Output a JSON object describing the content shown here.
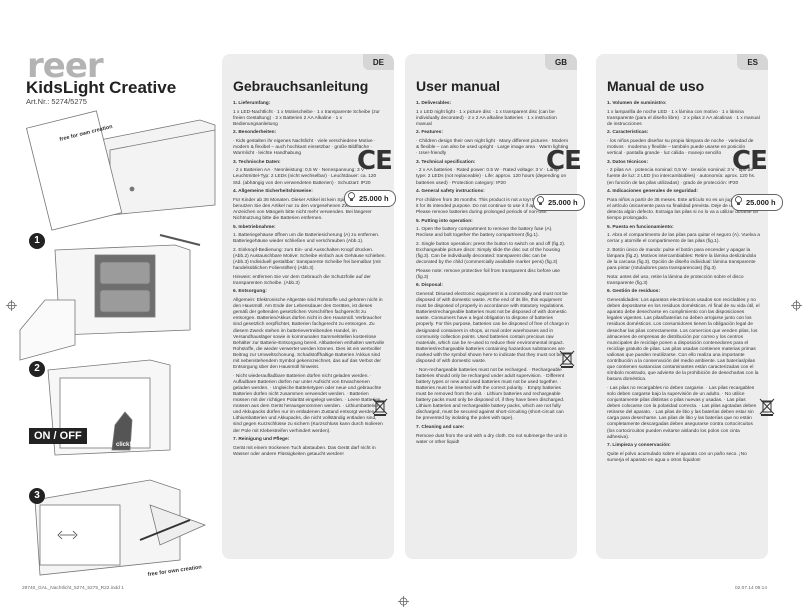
{
  "brand": {
    "logo": "reer",
    "product_title": "KidsLight Creative",
    "art_no": "Art.Nr.: 5274/5275"
  },
  "illustration": {
    "step_labels": [
      "1",
      "2",
      "3"
    ],
    "on_off": "ON / OFF",
    "click": "click!",
    "free_text": "free for own creation"
  },
  "badges": {
    "ce": "CE",
    "hours": "25.000 h"
  },
  "columns": [
    {
      "lang": "DE",
      "title": "Gebrauchsanleitung",
      "paragraphs": [
        {
          "h": true,
          "t": "1. Lieferumfang:"
        },
        {
          "t": "1 x LED-Nachtlicht · 1 x Motivscheibe · 1 x transparente Scheibe (zur freien Gestaltung) · 2 x Batterien 2 AA Alkaline · 1 x Bedienungsanleitung"
        },
        {
          "h": true,
          "t": "2. Besonderheiten:"
        },
        {
          "t": "· Kids gestalten ihr eigenes Nachtlicht · viele verschiedene Motive · modern & flexibel – auch hochkant einsetzbar · große Bildfläche · Warmlicht · leichte Handhabung"
        },
        {
          "h": true,
          "t": "3. Technische Daten:"
        },
        {
          "t": "· 2 x Batterien AA · Nennleistung: 0,5 W · Nennspannung: 3 V · Leuchtmittel-Typ: 2 LEDs (nicht wechselbar) · Leuchtdauer: ca. 120 Std. (abhängig von den verwendeten Batterien) · Schutzart: IP20"
        },
        {
          "h": true,
          "t": "4. Allgemeine Sicherheitshinweise:"
        },
        {
          "t": "Für Kinder ab 36 Monaten. Dieser Artikel ist kein Spielzeug! Bitte benutzen Sie den Artikel nur zu den vorgesehenen Zweck. Bei Anzeichen von Mängeln bitte nicht mehr verwenden. Bei längerer Nichtnutzung bitte die Batterien entfernen."
        },
        {
          "h": true,
          "t": "5. Inbetriebnahme:"
        },
        {
          "t": "1. Batteriegehäuse öffnen um die Batteriesicherung (A) zu entfernen. Batteriegehäuse wieder schließen und verschrauben (Abb.1)."
        },
        {
          "t": "2. Einknopf-Bedienung: zum Ein- und Ausschalten Knopf drücken. (Abb.2) Austauschbare Motive: Scheibe einfach aus Gehäuse schieben. (Abb.3) Individuell gestaltbar: transparente Scheibe frei bemalbar (mit handelsüblichen Folienstiften) (Abb.3)"
        },
        {
          "t": "Hinweis: entfernen Sie vor dem Gebrauch die Schutzfolie auf der transparenten Scheibe. (Abb.3)"
        },
        {
          "h": true,
          "t": "6. Entsorgung:"
        },
        {
          "t": "Allgemein: Elektronische Altgeräte sind Rohstoffe und gehören nicht in den Hausmüll. Am Ende der Lebensdauer des Gerätes, ist dieses gemäß der geltenden gesetzlichen Vorschriften fachgerecht zu entsorgen. Batterien/Akkus dürfen nicht in den Hausmüll. Verbraucher sind gesetzlich verpflichtet, Batterien fachgerecht zu entsorgen. Zu diesem Zweck stehen im batterievertreibenden Handel, im Versandhausläger sowie in kommunalen Sammelstellen kostenlose Behälter zur Batterie-Entsorgung bereit. Altbatterien enthalten wertvolle Rohstoffe, die wieder verwertet werden können. Dies ist ein wertvoller Beitrag zur Umweltschonung. Schadstoffhaltige Batterien /Akkus sind mit nebenstehendem Symbol gekennzeichnet, das auf das Verbot der Entsorgung über den Hausmüll hinweist."
        },
        {
          "t": "· Nicht wiederaufladbare Batterien dürfen nicht geladen werden. · Aufladbare Batterien dürfen nur unter Aufsicht von Erwachsenen geladen werden. · Ungleiche Batterietypen oder neue und gebrauchte Batterien dürfen nicht zusammen verwendet werden. · Batterien müssen mit der richtigen Polarität eingelegt werden. · Leere Batterien müssen aus dem Gerät herausgenommen werden. · Lithiumbatterien und Akkupacks dürfen nur im entladenen Zustand entsorgt werden. Lithiumbatterien und Akkupacks, die nicht vollständig entladen sind, sind gegen Kurzschlüsse zu sichern (Kurzschluss kann durch Isolieren der Pole mit Klebestreifen verhindert werden)."
        },
        {
          "h": true,
          "t": "7. Reinigung und Pflege:"
        },
        {
          "t": "Gerät mit einem trockenen Tuch abstauben. Das Gerät darf nicht in Wasser oder andere Flüssigkeiten getaucht werden!"
        }
      ]
    },
    {
      "lang": "GB",
      "title": "User manual",
      "paragraphs": [
        {
          "h": true,
          "t": "1. Deliverables:"
        },
        {
          "t": "1 x LED night light · 1 x picture disc · 1 x transparent disc (can be individually decorated) · 2 x 2 AA alkaline batteries · 1 x instruction manual"
        },
        {
          "h": true,
          "t": "2. Features:"
        },
        {
          "t": "· Children design their own night light · Many different pictures · Modern & flexible – can also be used upright · Large image area · Warm lighting · User-friendly"
        },
        {
          "h": true,
          "t": "3. Technical specification:"
        },
        {
          "t": "· 2 x AA batteries · Rated power: 0.5 W · Rated voltage: 3 V · Lamp type: 2 LEDs (not replaceable) · Life: approx. 120 hours (depending on batteries used) · Protection category: IP20"
        },
        {
          "h": true,
          "t": "4. General safety instructions:"
        },
        {
          "t": "For children from 36 months. This product is not a toy! Please only use it for its intended purpose. Do not continue to use it if appears defective. Please remove batteries during prolonged periods of non-use."
        },
        {
          "h": true,
          "t": "5. Putting into operation:"
        },
        {
          "t": "1. Open the battery compartment to remove the battery fuse (A). Reclose and bolt together the battery compartment (fig.1)."
        },
        {
          "t": "2. Single button operation: press the button to switch on and off (fig.2). Exchangeable picture discs: Simply slide the disc out of the housing (fig.3). Can be individually decorated: transparent disc can be decorated by the child (commercially available marker pens) (fig.3)"
        },
        {
          "t": "Please note: remove protective foil from transparent disc before use (fig.3)"
        },
        {
          "h": true,
          "t": "6. Disposal:"
        },
        {
          "t": "General: Disused electronic equipment is a commodity and must not be disposed of with domestic waste. At the end of its life, this equipment must be disposed of properly in accordance with statutory regulations. Batteries/rechargeable batteries must not be disposed of with domestic waste. Consumers have a legal obligation to dispose of batteries properly. For this purpose, batteries can be disposed of free of charge in designated containers in shops, at mail order warehouses and in community collection points. Used batteries contain precious raw materials, which can be re-used to reduce their environmental impact. Batteries/rechargeable batteries containing hazardous substances are marked with the symbol shown here to indicate that they must not be disposed of with domestic waste."
        },
        {
          "t": "· Non-rechargeable batteries must not be recharged. · Rechargeable batteries should only be recharged under adult supervision. · Different battery types or new and used batteries must not be used together. · Batteries must be inserted with the correct polarity. · Empty batteries must be removed from the unit. · Lithium batteries and rechargeable battery packs must only be disposed of, if they have been discharged. Lithium batteries and rechargeable battery packs, which are not fully discharged, must be secured against short-circuiting (short-circuit can be prevented by isolating the poles with tape)."
        },
        {
          "h": true,
          "t": "7. Cleaning and care:"
        },
        {
          "t": "Remove dust from the unit with a dry cloth. Do not submerge the unit in water or other liquid!"
        }
      ]
    },
    {
      "lang": "ES",
      "title": "Manual de uso",
      "paragraphs": [
        {
          "h": true,
          "t": "1. Volumen de suministro:"
        },
        {
          "t": "1 x lamparilla de noche LED · 1 x lámina con motivo · 1 x lámina transparente (para el diseño libre) · 2 x pilas 2 AA alcalinas · 1 x manual de instrucciones"
        },
        {
          "h": true,
          "t": "2. Características:"
        },
        {
          "t": "· los niños pueden diseñar su propia lámpara de noche · variedad de motivos · moderna y flexible – también puede usarse en posición vertical · pantalla grande · luz cálida · manejo sencillo"
        },
        {
          "h": true,
          "t": "3. Datos técnicos:"
        },
        {
          "t": "· 2 pilas AA · potencia nominal: 0,5 W · tensión nominal: 3 V · tipo de fuente de luz: 2 LED (no intercambiables) · autonomía: aprox. 120 hs. (en función de las pilas utilizadas) · grado de protección: IP20"
        },
        {
          "h": true,
          "t": "4. Indicaciones generales de seguridad:"
        },
        {
          "t": "Para niños a partir de 36 meses. Este artículo no es un juguete. Utilice el artículo únicamente para su finalidad prevista. Deje de usarlo si detecta algún defecto. Extraiga las pilas si no lo va a utilizar durante un tiempo prolongado."
        },
        {
          "h": true,
          "t": "5. Puesta en funcionamiento:"
        },
        {
          "t": "1. Abra el compartimento de las pilas para quitar el seguro (A). Vuelva a cerrar y atornille el compartimento de las pilas (fig.1)."
        },
        {
          "t": "2. Botón único de mando: pulse el botón para encender y apagar la lámpara (fig.2). Motivos intercambiables: Retire la lámina deslizándola de la carcasa (fig.3). Opción de diseño individual: lámina transparente para pintar (rotuladores para transparencias) (fig.3)"
        },
        {
          "t": "Nota: antes del uso, retire la lámina de protección sobre el disco transparente (fig.3)"
        },
        {
          "h": true,
          "t": "6. Gestión de residuos:"
        },
        {
          "t": "Generalidades: Los aparatos electrónicos usados son reciclables y no deben depositarse en los residuos domésticos. Al final de su vida útil, el aparato debe desecharse en cumplimiento con las disposiciones legales vigentes. Las pilas/baterías no deben arrojarse junto con los residuos domésticos. Los consumidores tienen la obligación legal de desechar las pilas correctamente. Los comercios que venden pilas, los almacenes de empresas de distribución por correo y los centros municipales de reciclaje ponen a disposición contenedores para el reciclaje gratuito de pilas. Las pilas usadas contienen materias primas valiosas que pueden reutilizarse. Con ello realiza una importante contribución a la conservación del medio ambiente. Las baterías/pilas que contienen sustancias contaminantes están caracterizadas con el símbolo mostrado, que advierte de la prohibición de desecharlas con la basura doméstica."
        },
        {
          "t": "· Las pilas no recargables no deben cargarse. · Las pilas recargables solo deben cargarse bajo la supervisión de un adulto. · No utilice conjuntamente pilas distintas o pilas nuevas y usadas. · Las pilas deben colocarse con la polaridad correcta. · Las pilas agotadas deben retirarse del aparato. · Las pilas de litio y las baterías deben estar sin carga para desecharse. Las pilas de litio y las baterías que no están completamente descargadas deben asegurarse contra cortocircuitos (los cortocircuitos pueden evitarse aislando los polos con cinta adhesiva)."
        },
        {
          "h": true,
          "t": "7. Limpieza y conservación:"
        },
        {
          "t": "Quite el polvo acumulado sobre el aparato con un paño seco. ¡No sumerja el aparato en agua u otros líquidos!"
        }
      ]
    }
  ],
  "footer": {
    "left": "29740_GAL_Nachtlicht_5274_5275_R22.indd   1",
    "right": "02.07.14   09:14"
  }
}
